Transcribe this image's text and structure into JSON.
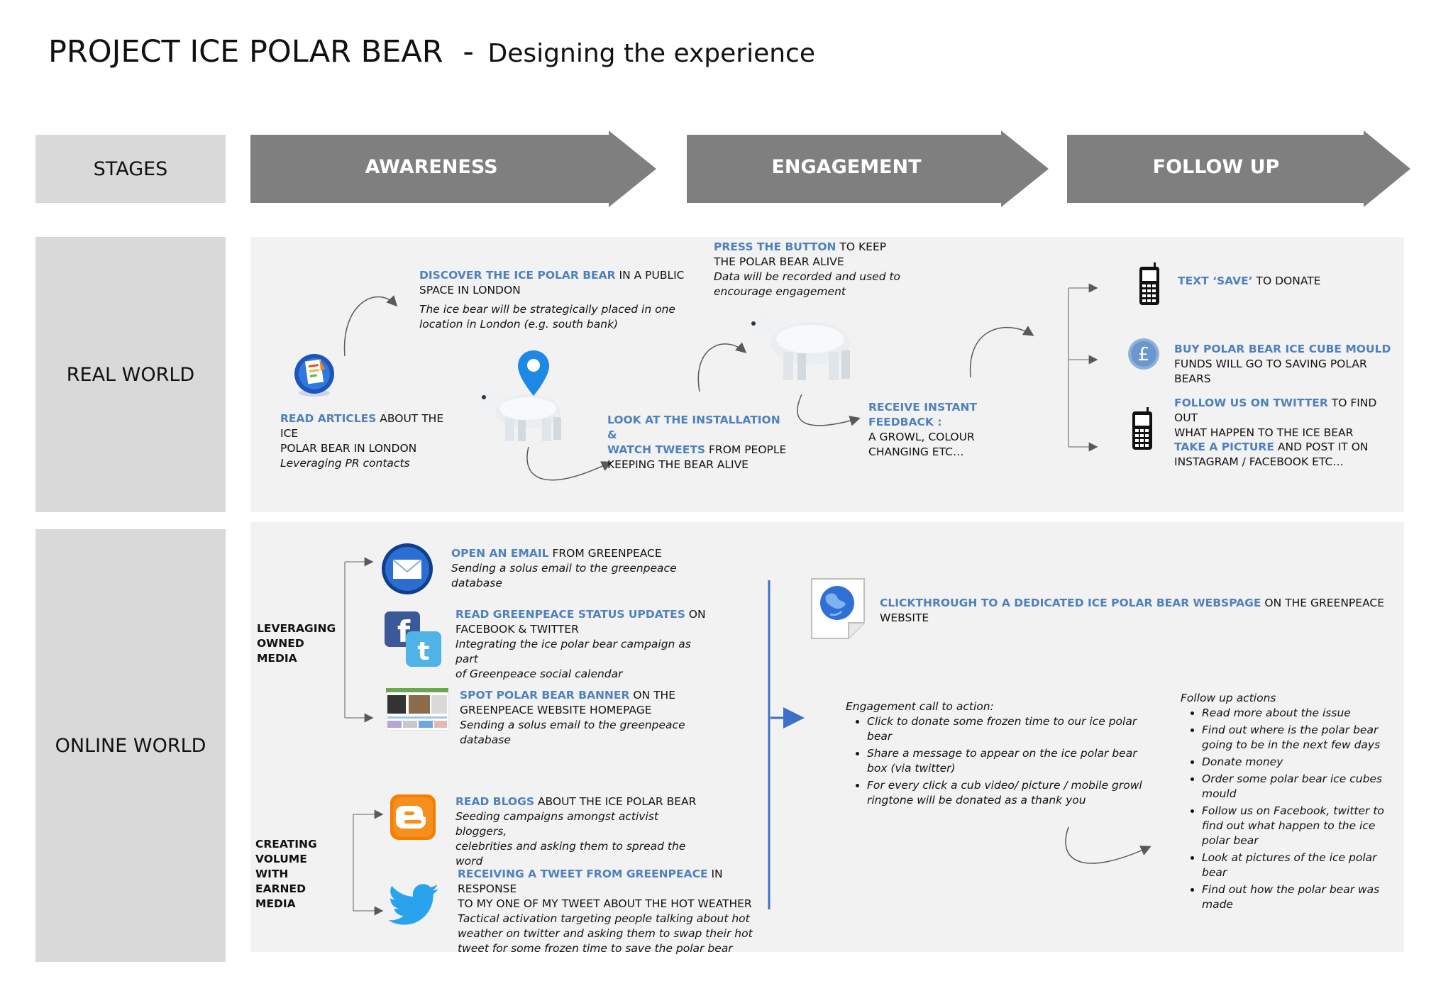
{
  "header": {
    "title": "PROJECT ICE POLAR BEAR",
    "dash": "-",
    "subtitle": "Designing the experience"
  },
  "rows": {
    "stages": "STAGES",
    "real": "REAL WORLD",
    "online": "ONLINE WORLD"
  },
  "stages": [
    "AWARENESS",
    "ENGAGEMENT",
    "FOLLOW UP"
  ],
  "colors": {
    "stage_arrow": "#7f7f7f",
    "label_box": "#d9d9d9",
    "panel": "#f2f2f2",
    "highlight": "#4f81bd",
    "connector": "#3f6fc6"
  },
  "real": {
    "read_articles": {
      "hl": "READ ARTICLES",
      "rest1": " ABOUT THE ICE",
      "rest2": "POLAR BEAR IN LONDON",
      "note": "Leveraging PR contacts"
    },
    "discover": {
      "hl": "DISCOVER THE ICE POLAR BEAR",
      "rest1": " IN A PUBLIC",
      "rest2": "SPACE IN LONDON",
      "note1": "The ice bear will be strategically placed in one",
      "note2": "location in London (e.g. south bank)"
    },
    "look": {
      "hl1": "LOOK AT THE INSTALLATION &",
      "hl2": "WATCH TWEETS",
      "rest2": " FROM PEOPLE",
      "rest3": "KEEPING THE BEAR ALIVE"
    },
    "press": {
      "hl": "PRESS THE BUTTON",
      "rest1": " TO KEEP",
      "rest2": "THE POLAR BEAR ALIVE",
      "note1": "Data will be recorded and used to",
      "note2": "encourage engagement"
    },
    "feedback": {
      "hl": "RECEIVE INSTANT FEEDBACK :",
      "rest1": "A GROWL, COLOUR",
      "rest2": "CHANGING ETC…"
    },
    "text_save": {
      "hl": "TEXT ‘SAVE’",
      "rest": " TO DONATE"
    },
    "buy": {
      "hl": "BUY POLAR BEAR ICE CUBE MOULD",
      "rest": "FUNDS WILL GO TO SAVING POLAR BEARS"
    },
    "follow": {
      "hl": "FOLLOW US ON TWITTER",
      "rest1": " TO FIND OUT",
      "rest2": "WHAT HAPPEN  TO THE ICE BEAR"
    },
    "picture": {
      "hl": "TAKE A PICTURE",
      "rest1": " AND POST IT ON",
      "rest2": "INSTAGRAM / FACEBOOK ETC…"
    }
  },
  "online": {
    "owned_label1": "LEVERAGING",
    "owned_label2": "OWNED MEDIA",
    "earned_label1": "CREATING",
    "earned_label2": "VOLUME WITH",
    "earned_label3": "EARNED MEDIA",
    "email": {
      "hl": "OPEN AN EMAIL",
      "rest": " FROM GREENPEACE",
      "note1": "Sending a solus email to the greenpeace",
      "note2": "database"
    },
    "status": {
      "hl": "READ GREENPEACE STATUS UPDATES",
      "rest1": " ON",
      "rest2": "FACEBOOK & TWITTER",
      "note1": "Integrating the ice polar bear campaign as part",
      "note2": "of Greenpeace social calendar"
    },
    "banner": {
      "hl": "SPOT POLAR BEAR BANNER",
      "rest1": " ON THE",
      "rest2": "GREENPEACE WEBSITE HOMEPAGE",
      "note1": "Sending a solus email to the greenpeace",
      "note2": "database"
    },
    "blogs": {
      "hl": "READ BLOGS",
      "rest": " ABOUT THE ICE POLAR BEAR",
      "note1": "Seeding campaigns amongst activist bloggers,",
      "note2": "celebrities and asking them to spread the word"
    },
    "tweet": {
      "hl": "RECEIVING A TWEET FROM GREENPEACE",
      "rest1": " IN RESPONSE",
      "rest2": "TO MY ONE OF MY TWEET ABOUT THE HOT WEATHER",
      "note1": "Tactical activation targeting people talking about hot",
      "note2": "weather on twitter and asking them to swap their hot",
      "note3": "tweet for some frozen time to save the polar bear"
    },
    "clickthrough": {
      "hl": "CLICKTHROUGH TO A DEDICATED ICE POLAR BEAR WEBSPAGE",
      "rest": " ON THE GREENPEACE WEBSITE"
    },
    "engagement_title": "Engagement call to action:",
    "engagement_items": [
      "Click to donate some frozen time to our ice polar bear",
      "Share a message to appear on the ice polar bear box (via twitter)",
      "For every click a cub video/ picture / mobile growl ringtone will be donated as a thank you"
    ],
    "followup_title": "Follow up actions",
    "followup_items": [
      "Read more about the issue",
      "Find out where is the polar bear going to be in the next few days",
      "Donate money",
      "Order some polar bear ice cubes mould",
      "Follow us on Facebook, twitter to find out what happen to the ice polar bear",
      "Look at pictures of the ice polar bear",
      "Find out how the polar bear was made"
    ]
  }
}
